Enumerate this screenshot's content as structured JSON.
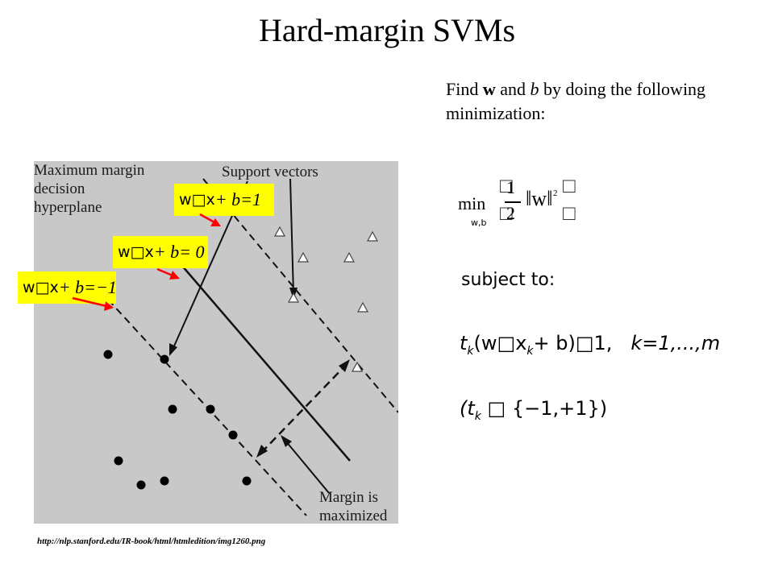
{
  "slide": {
    "title": "Hard-margin SVMs",
    "intro_prefix": "Find ",
    "intro_w": "w",
    "intro_mid": " and ",
    "intro_b": "b",
    "intro_suffix": " by doing the following minimization:"
  },
  "figure": {
    "label_left": "Maximum margin decision hyperplane",
    "label_support": "Support vectors",
    "label_margin": "Margin is maximized",
    "eq_upper_lhs": "w□x",
    "eq_upper_rhs": "+ b=1",
    "eq_middle_lhs": "w□x",
    "eq_middle_rhs": "+ b= 0",
    "eq_lower_lhs": "w□x",
    "eq_lower_rhs": "+ b=−1",
    "highlight_color": "#ffff00",
    "arrow_color": "#ff0000"
  },
  "formula": {
    "min_word": "min",
    "min_sub": "w,b",
    "frac_num": "1",
    "frac_den": "2",
    "norm": "‖w‖",
    "norm_exp": "2",
    "subject_to": "subject to:",
    "constraint_t": "t",
    "constraint_k": "k",
    "constraint_body": "(w□x",
    "constraint_body2": "+ b)□1,",
    "constraint_range": "k=1,...,m",
    "tset_open": "(t",
    "tset_k": "k",
    "tset_rest": " □ {−1,+1})"
  },
  "source": {
    "url": "http://nlp.stanford.edu/IR-book/html/htmledition/img1260.png"
  }
}
